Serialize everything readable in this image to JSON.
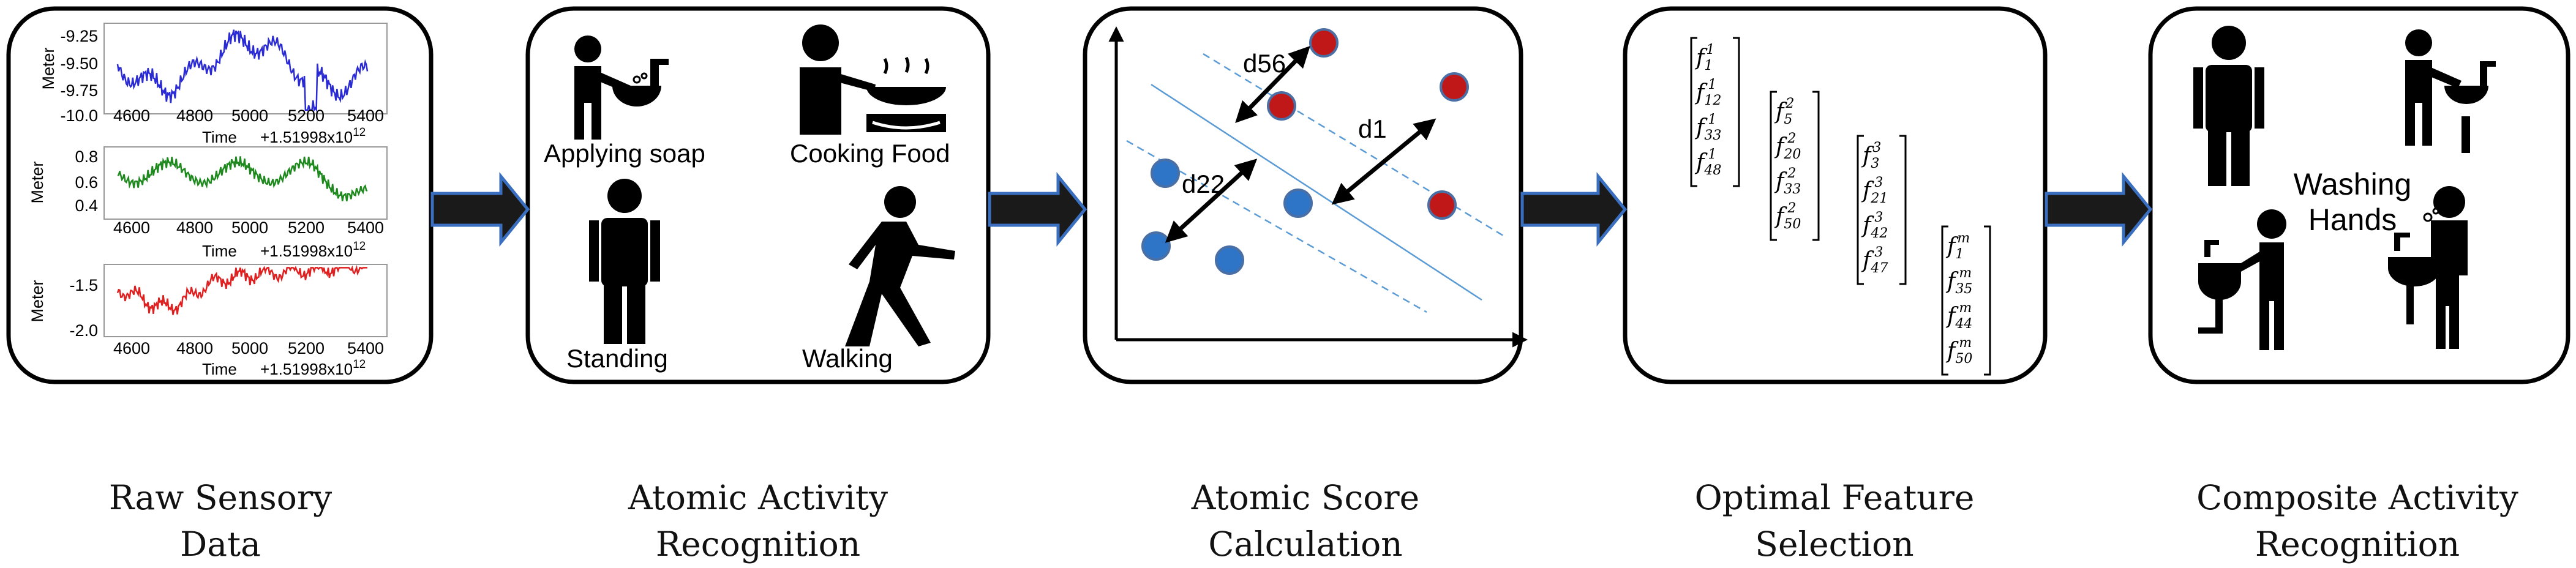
{
  "stages": [
    {
      "caption": [
        "Raw Sensory",
        "Data"
      ]
    },
    {
      "caption": [
        "Atomic Activity",
        "Recognition"
      ]
    },
    {
      "caption": [
        "Atomic Score",
        "Calculation"
      ]
    },
    {
      "caption": [
        "Optimal Feature",
        "Selection"
      ]
    },
    {
      "caption": [
        "Composite Activity",
        "Recognition"
      ]
    }
  ],
  "raw_sensory": {
    "plots": [
      {
        "ylabel": "Meter",
        "yticks": [
          "-9.25",
          "-9.50",
          "-9.75",
          "-10.0"
        ],
        "xticks": [
          "4600",
          "4800",
          "5000",
          "5200",
          "5400"
        ],
        "xlabel": "Time",
        "offset": "+1.51998x10",
        "offset_exp": "12",
        "color": "#2b2bd6"
      },
      {
        "ylabel": "Meter",
        "yticks": [
          "0.8",
          "0.6",
          "0.4"
        ],
        "xticks": [
          "4600",
          "4800",
          "5000",
          "5200",
          "5400"
        ],
        "xlabel": "Time",
        "offset": "+1.51998x10",
        "offset_exp": "12",
        "color": "#1e8a1e"
      },
      {
        "ylabel": "Meter",
        "yticks": [
          "-1.5",
          "-2.0"
        ],
        "xticks": [
          "4600",
          "4800",
          "5000",
          "5200",
          "5400"
        ],
        "xlabel": "Time",
        "offset": "+1.51998x10",
        "offset_exp": "12",
        "color": "#e02020"
      }
    ]
  },
  "atomic_activities": [
    "Applying soap",
    "Cooking Food",
    "Standing",
    "Walking"
  ],
  "score_labels": [
    "d56",
    "d1",
    "d22"
  ],
  "feature_columns": [
    [
      "f_1^1",
      "f_12^1",
      "f_33^1",
      "f_48^1"
    ],
    [
      "f_5^2",
      "f_20^2",
      "f_33^2",
      "f_50^2"
    ],
    [
      "f_3^3",
      "f_21^3",
      "f_42^3",
      "f_47^3"
    ],
    [
      "f_1^m",
      "f_35^m",
      "f_44^m",
      "f_50^m"
    ]
  ],
  "composite_label": [
    "Washing",
    "Hands"
  ],
  "colors": {
    "blue_point": "#2e75c8",
    "red_point": "#c01818",
    "arrow_fill": "#1a1a1a",
    "arrow_edge": "#3a6fc0",
    "margin_line": "#5b9bd5"
  }
}
